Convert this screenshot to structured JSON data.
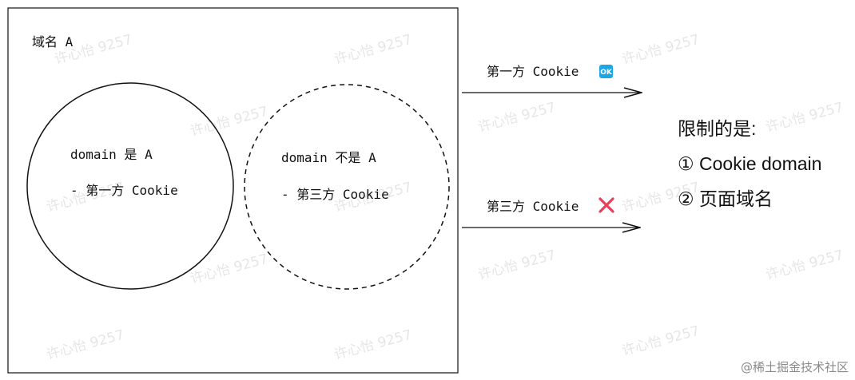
{
  "domain_a_label": "域名 A",
  "left_circle": {
    "line1": "domain 是 A",
    "line2": "- 第一方 Cookie"
  },
  "right_circle": {
    "line1": "domain 不是 A",
    "line2": "- 第三方 Cookie"
  },
  "arrow_top": {
    "label": "第一方 Cookie",
    "badge": "OK"
  },
  "arrow_bottom": {
    "label": "第三方 Cookie",
    "mark": "✕"
  },
  "limits": {
    "title": "限制的是:",
    "item1": "① Cookie domain",
    "item2": "② 页面域名"
  },
  "watermark": "许心怡 9257",
  "footer": "@稀土掘金技术社区",
  "colors": {
    "stroke": "#111111",
    "ok_badge": "#1aa7e6",
    "cross": "#e83f5b",
    "watermark": "#e6e6e6"
  }
}
